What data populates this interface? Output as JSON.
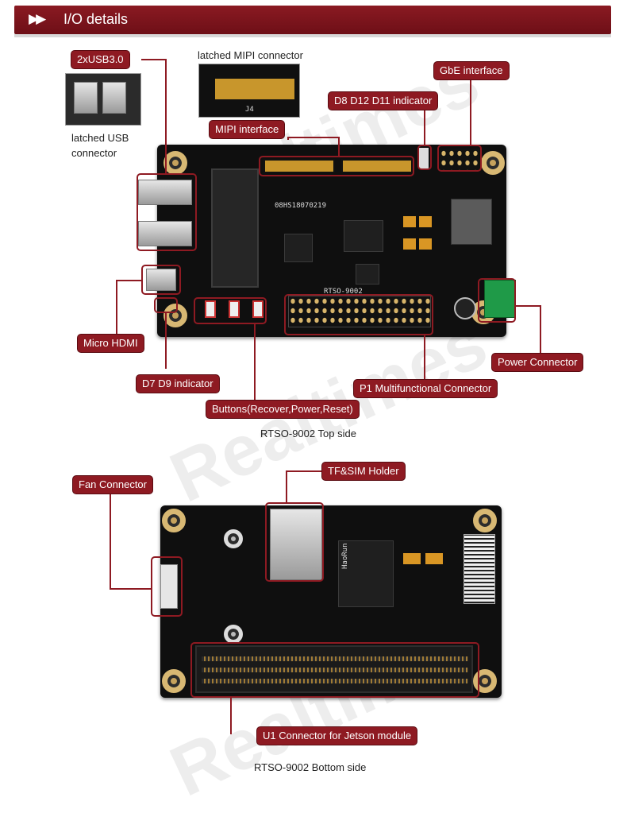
{
  "header": {
    "title": "I/O details",
    "arrows": "▶▶"
  },
  "watermark": "Realtimes",
  "top": {
    "caption": "RTSO-9002 Top side",
    "labels": {
      "usb": "2xUSB3.0",
      "latched_mipi": "latched MIPI connector",
      "latched_usb": "latched USB connector",
      "gbe": "GbE interface",
      "indicator_d8": "D8 D12 D11 indicator",
      "mipi": "MIPI interface",
      "hdmi": "Micro HDMI",
      "power_conn": "Power Connector",
      "indicator_d7": "D7 D9 indicator",
      "p1": "P1 Multifunctional Connector",
      "buttons": "Buttons(Recover,Power,Reset)"
    },
    "silk": {
      "chip": "08HS18070219",
      "model": "RTSO-9002",
      "conn": "J4"
    }
  },
  "bottom": {
    "caption": "RTSO-9002 Bottom side",
    "labels": {
      "fan": "Fan Connector",
      "tf_sim": "TF&SIM Holder",
      "u1": "U1 Connector for Jetson module"
    },
    "silk": {
      "chip": "HaoRun"
    }
  }
}
